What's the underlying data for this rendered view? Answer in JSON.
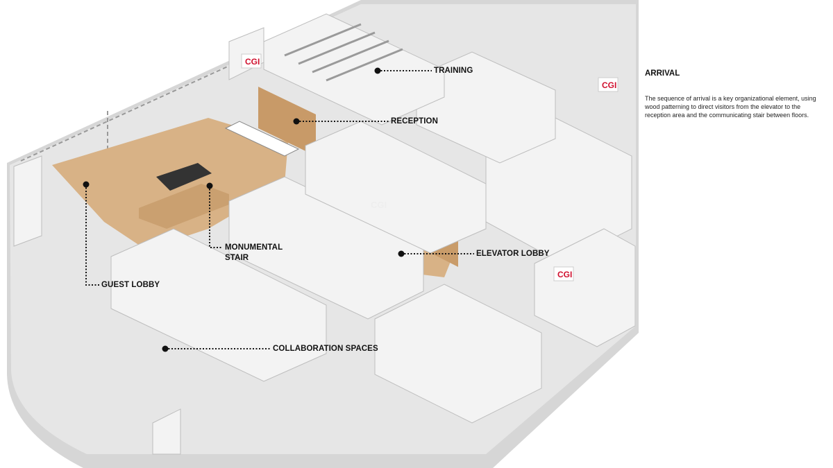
{
  "sidebar": {
    "title": "ARRIVAL",
    "description": "The sequence of arrival is a key organizational element, using wood patterning to direct visitors from the elevator to the reception area and the communicating stair between floors."
  },
  "labels": {
    "training": "TRAINING",
    "reception": "RECEPTION",
    "monumental_stair_line1": "MONUMENTAL",
    "monumental_stair_line2": "STAIR",
    "guest_lobby": "GUEST LOBBY",
    "elevator_lobby": "ELEVATOR LOBBY",
    "collaboration_spaces": "COLLABORATION SPACES"
  },
  "brand": {
    "logo_text": "CGI",
    "logo_color": "#d0102e"
  },
  "colors": {
    "floor": "#dcdcdc",
    "wall": "#f2f2f2",
    "wood": "#d8b286",
    "leader": "#111111"
  }
}
